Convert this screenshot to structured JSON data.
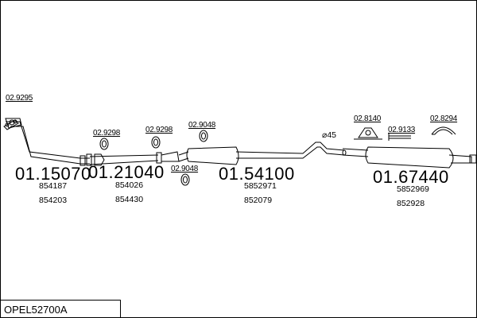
{
  "diagram_title": "OPEL52700A",
  "parts": [
    {
      "number": "01.15070",
      "refs": [
        "854187",
        "854203"
      ]
    },
    {
      "number": "01.21040",
      "refs": [
        "854026",
        "854430"
      ]
    },
    {
      "number": "01.54100",
      "refs": [
        "5852971",
        "852079"
      ]
    },
    {
      "number": "01.67440",
      "refs": [
        "5852969",
        "852928"
      ]
    }
  ],
  "fittings": [
    "02.9295",
    "02.9298",
    "02.9298",
    "02.9048",
    "02.9048",
    "02.8140",
    "02.9133",
    "02.8294"
  ],
  "dimension_label": "⌀45",
  "colors": {
    "line": "#000000",
    "background": "#ffffff"
  }
}
